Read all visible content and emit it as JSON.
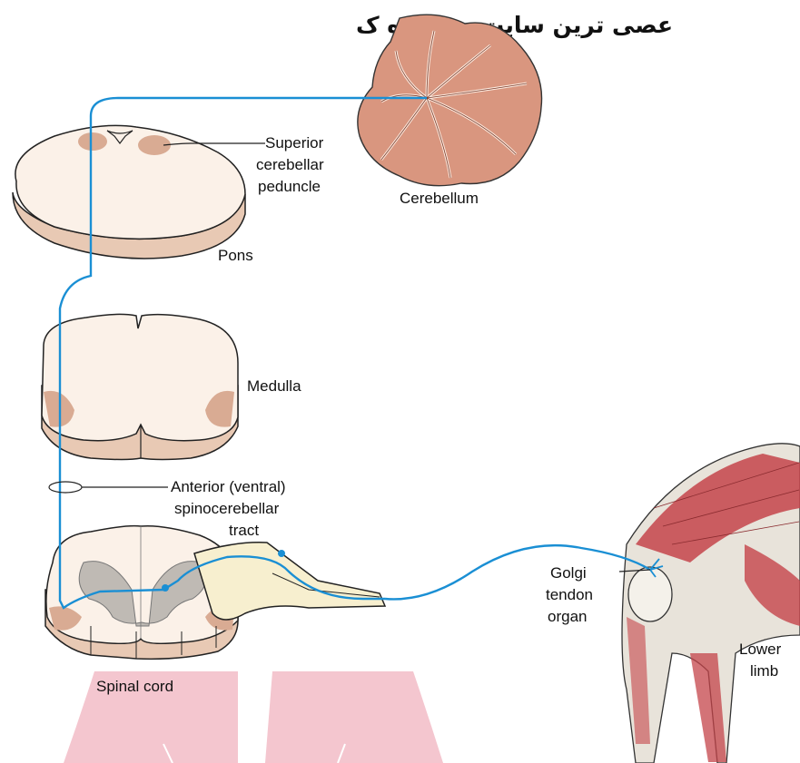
{
  "watermark": {
    "text": "عصی ترین سایت مشاوره ک",
    "color": "#111111",
    "bottom_shape_color": "#f4c6cf"
  },
  "colors": {
    "pathway": "#1a8fd4",
    "section_fill": "#fbf1e8",
    "section_side": "#e8c9b4",
    "tract_patch": "#d9ab93",
    "gray_matter": "#bfbab4",
    "nerve": "#f7efcf",
    "cerebellum": "#d9967f",
    "muscle": "#c4444a",
    "tendon": "#e8e3da"
  },
  "labels": {
    "superior_1": "Superior",
    "superior_2": "cerebellar",
    "superior_3": "peduncle",
    "cerebellum": "Cerebellum",
    "pons": "Pons",
    "medulla": "Medulla",
    "anterior_1": "Anterior (ventral)",
    "anterior_2": "spinocerebellar",
    "anterior_3": "tract",
    "golgi_1": "Golgi",
    "golgi_2": "tendon",
    "golgi_3": "organ",
    "lower_limb_1": "Lower",
    "lower_limb_2": "limb",
    "spinal_cord": "Spinal cord"
  }
}
